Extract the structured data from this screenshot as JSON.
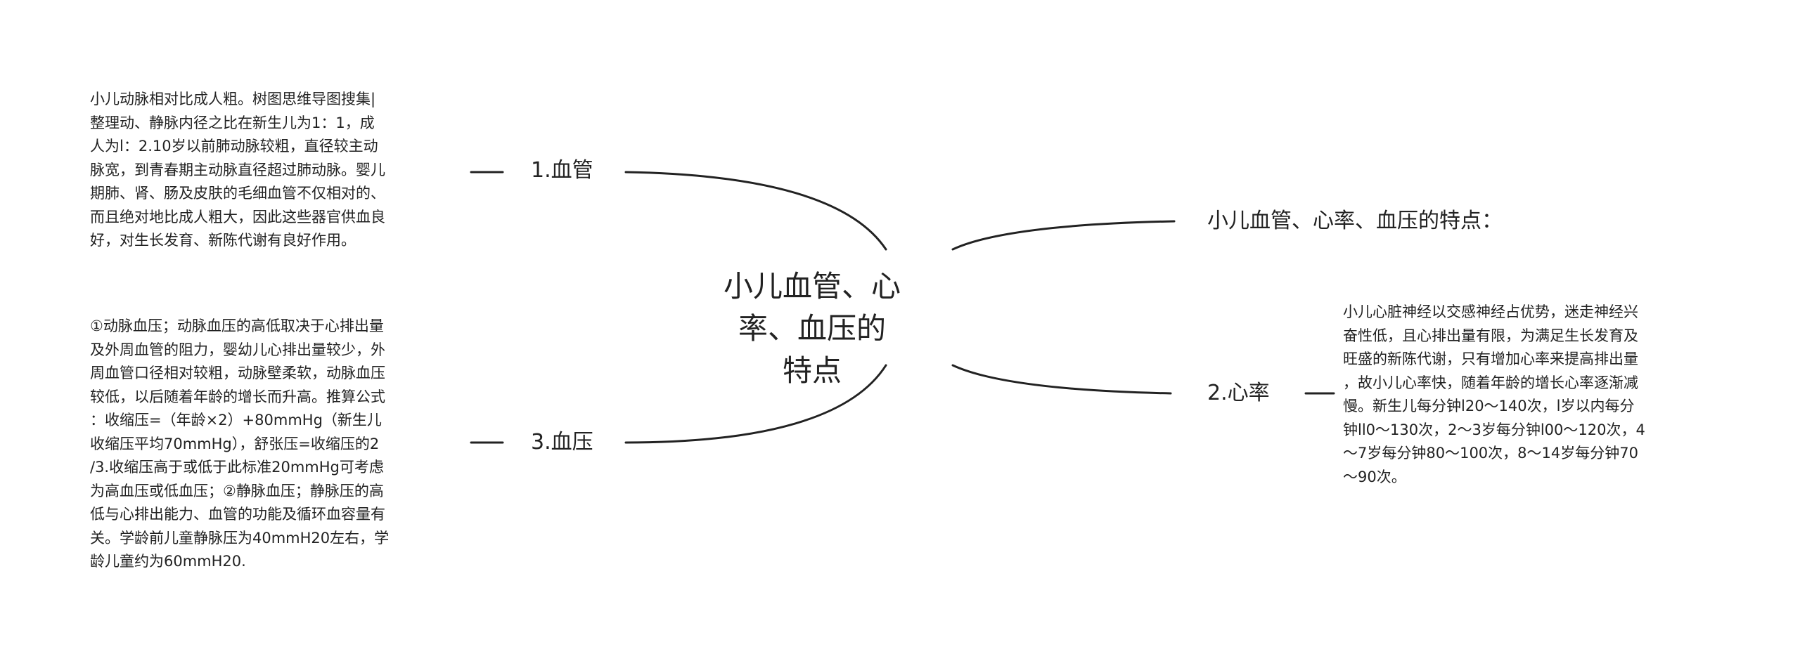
{
  "root": {
    "title_line1": "小儿血管、心率、血压的",
    "title_line2": "特点"
  },
  "branches": {
    "vessel": {
      "label": "1.血管",
      "detail": "小儿动脉相对比成人粗。树图思维导图搜集|\n整理动、静脉内径之比在新生儿为1：1，成\n人为l：2.10岁以前肺动脉较粗，直径较主动\n脉宽，到青春期主动脉直径超过肺动脉。婴儿\n期肺、肾、肠及皮肤的毛细血管不仅相对的、\n而且绝对地比成人粗大，因此这些器官供血良\n好，对生长发育、新陈代谢有良好作用。"
    },
    "pressure": {
      "label": "3.血压",
      "detail": "①动脉血压；动脉血压的高低取决于心排出量\n及外周血管的阻力，婴幼儿心排出量较少，外\n周血管口径相对较粗，动脉壁柔软，动脉血压\n较低，以后随着年龄的增长而升高。推算公式\n：收缩压=（年龄×2）+80mmHg（新生儿\n收缩压平均70mmHg），舒张压=收缩压的2\n/3.收缩压高于或低于此标准20mmHg可考虑\n为高血压或低血压；②静脉血压；静脉压的高\n低与心排出能力、血管的功能及循环血容量有\n关。学龄前儿童静脉压为40mmH20左右，学\n龄儿童约为60mmH20."
    },
    "summary": {
      "label": "小儿血管、心率、血压的特点："
    },
    "heart_rate": {
      "label": "2.心率",
      "detail": "小儿心脏神经以交感神经占优势，迷走神经兴\n奋性低，且心排出量有限，为满足生长发育及\n旺盛的新陈代谢，只有增加心率来提高排出量\n，故小儿心率快，随着年龄的增长心率逐渐减\n慢。新生儿每分钟l20～140次，l岁以内每分\n钟ll0～130次，2～3岁每分钟l00～120次，4\n～7岁每分钟80～100次，8～14岁每分钟70\n～90次。"
    }
  }
}
